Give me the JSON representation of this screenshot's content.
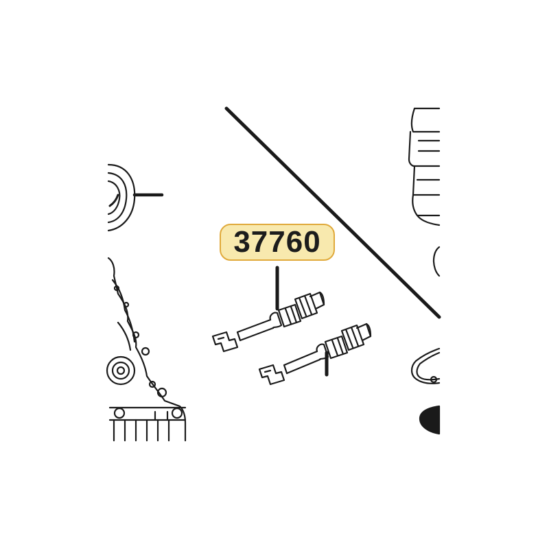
{
  "callout": {
    "part_number": "37760",
    "fill_color": "#f8e9ae",
    "border_color": "#e0a93a"
  },
  "line_color": "#1a1a1a",
  "parts": [
    {
      "name": "temperature-sender-upper"
    },
    {
      "name": "temperature-sender-lower"
    }
  ]
}
